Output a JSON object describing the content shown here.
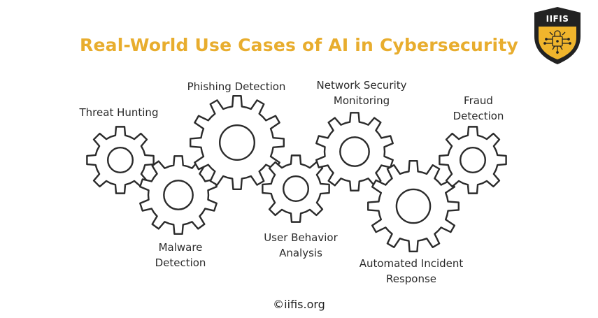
{
  "title": "Real-World Use Cases of AI in Cybersecurity",
  "logo": {
    "text": "IIFIS",
    "icon": "shield-circuit-lock-icon",
    "colors": {
      "dark": "#222222",
      "gold": "#f0b52c"
    }
  },
  "use_cases": [
    {
      "lines": [
        "Threat Hunting"
      ]
    },
    {
      "lines": [
        "Malware",
        "Detection"
      ]
    },
    {
      "lines": [
        "Phishing Detection"
      ]
    },
    {
      "lines": [
        "User Behavior",
        "Analysis"
      ]
    },
    {
      "lines": [
        "Network Security",
        "Monitoring"
      ]
    },
    {
      "lines": [
        "Automated Incident",
        "Response"
      ]
    },
    {
      "lines": [
        "Fraud",
        "Detection"
      ]
    }
  ],
  "footer": "©iifis.org",
  "colors": {
    "title": "#e8ad2e",
    "stroke": "#2b2b2b",
    "text": "#2a2a2a"
  }
}
